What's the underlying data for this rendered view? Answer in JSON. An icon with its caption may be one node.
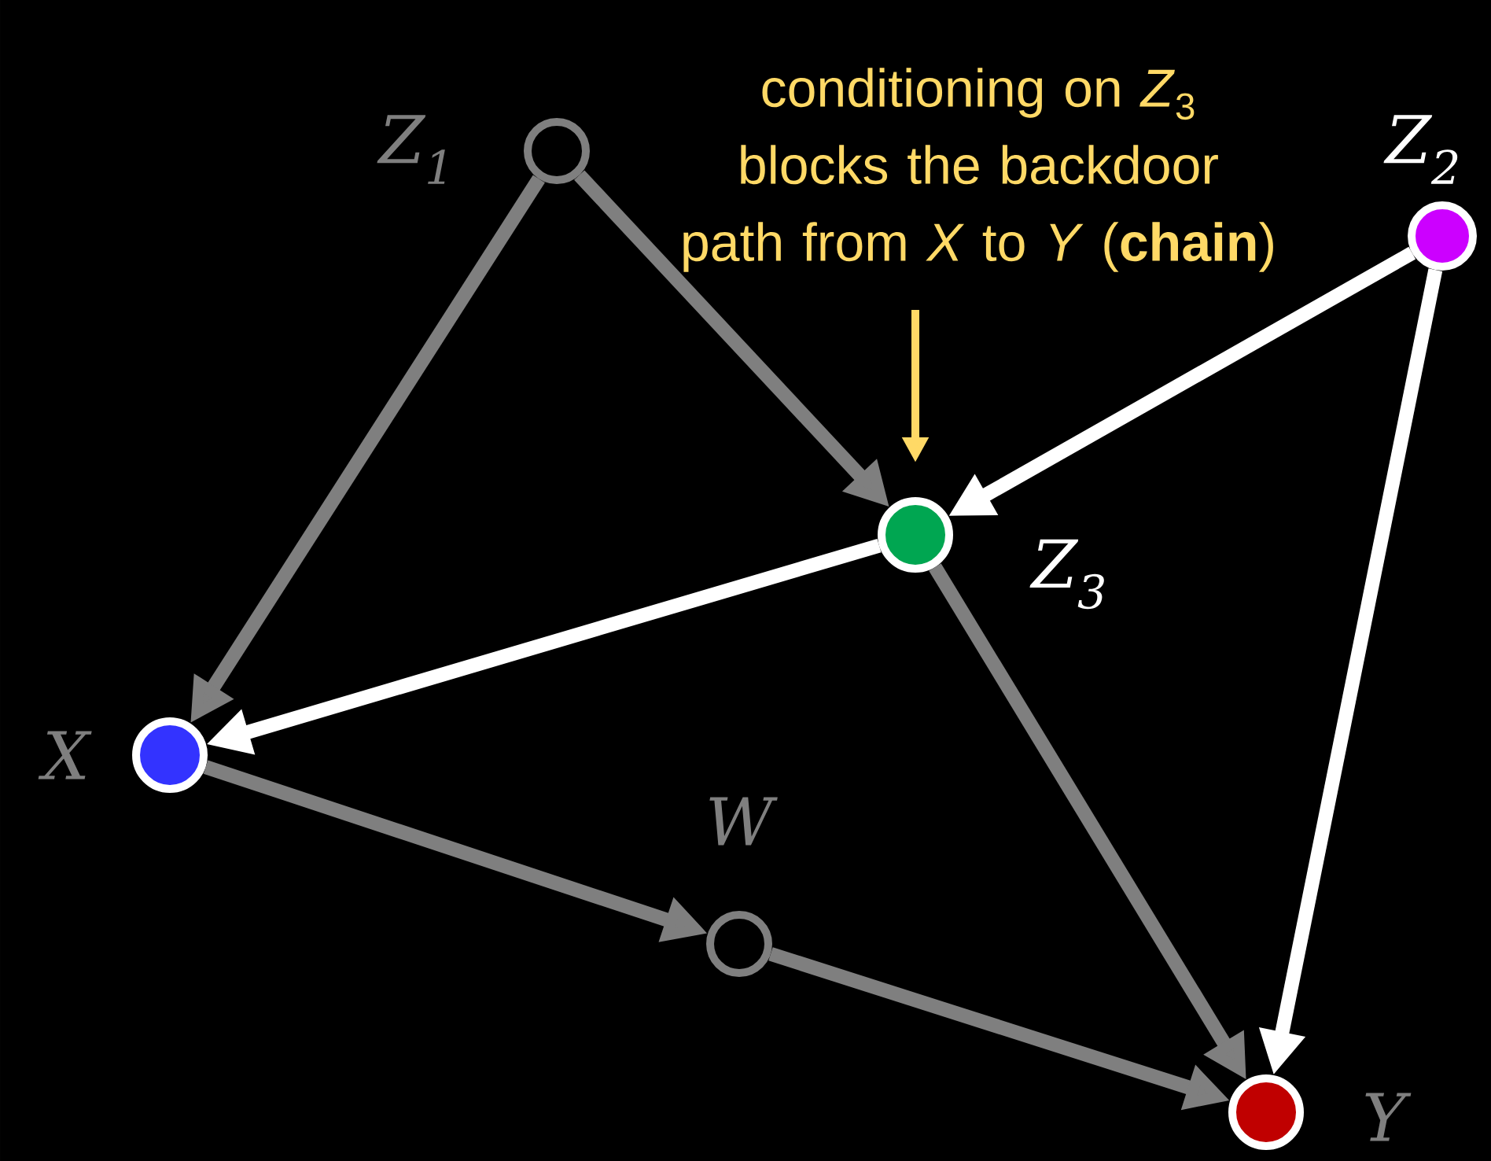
{
  "diagram": {
    "nodes": [
      {
        "text": [],
        "shape": "circle",
        "beside": [
          "Z$_{1}$"
        ]
      },
      {
        "text": [
          "conditioning on *Z*$_{3}$ blocks the backdoor path from *X* to *Y* (**chain**)"
        ]
      },
      {
        "text": [],
        "shape": "circle",
        "beside": [
          "Z$_{2}$"
        ]
      },
      {
        "text": [],
        "shape": "circle",
        "beside": [
          "Z$_{3}$"
        ]
      },
      {
        "text": [],
        "shape": "circle",
        "beside": [
          "X"
        ]
      },
      {
        "text": [],
        "shape": "circle",
        "beside": [
          "W"
        ]
      },
      {
        "text": [],
        "shape": "circle",
        "beside": [
          "Y"
        ]
      }
    ],
    "edges": [
      {
        "from": 0,
        "to": 4,
        "arrow": "to"
      },
      {
        "from": 0,
        "to": 3,
        "arrow": "to"
      },
      {
        "from": 2,
        "to": 3,
        "arrow": "to",
        "color": "#ffffff"
      },
      {
        "from": 2,
        "to": 6,
        "arrow": "to",
        "color": "#ffffff"
      },
      {
        "from": 3,
        "to": 4,
        "arrow": "to",
        "color": "#ffffff"
      },
      {
        "from": 3,
        "to": 6,
        "arrow": "to"
      },
      {
        "from": 4,
        "to": 5,
        "arrow": "to"
      },
      {
        "from": 5,
        "to": 6,
        "arrow": "to"
      },
      {
        "from": 1,
        "to": 3,
        "arrow": "to",
        "color": "#ffd966"
      }
    ]
  }
}
